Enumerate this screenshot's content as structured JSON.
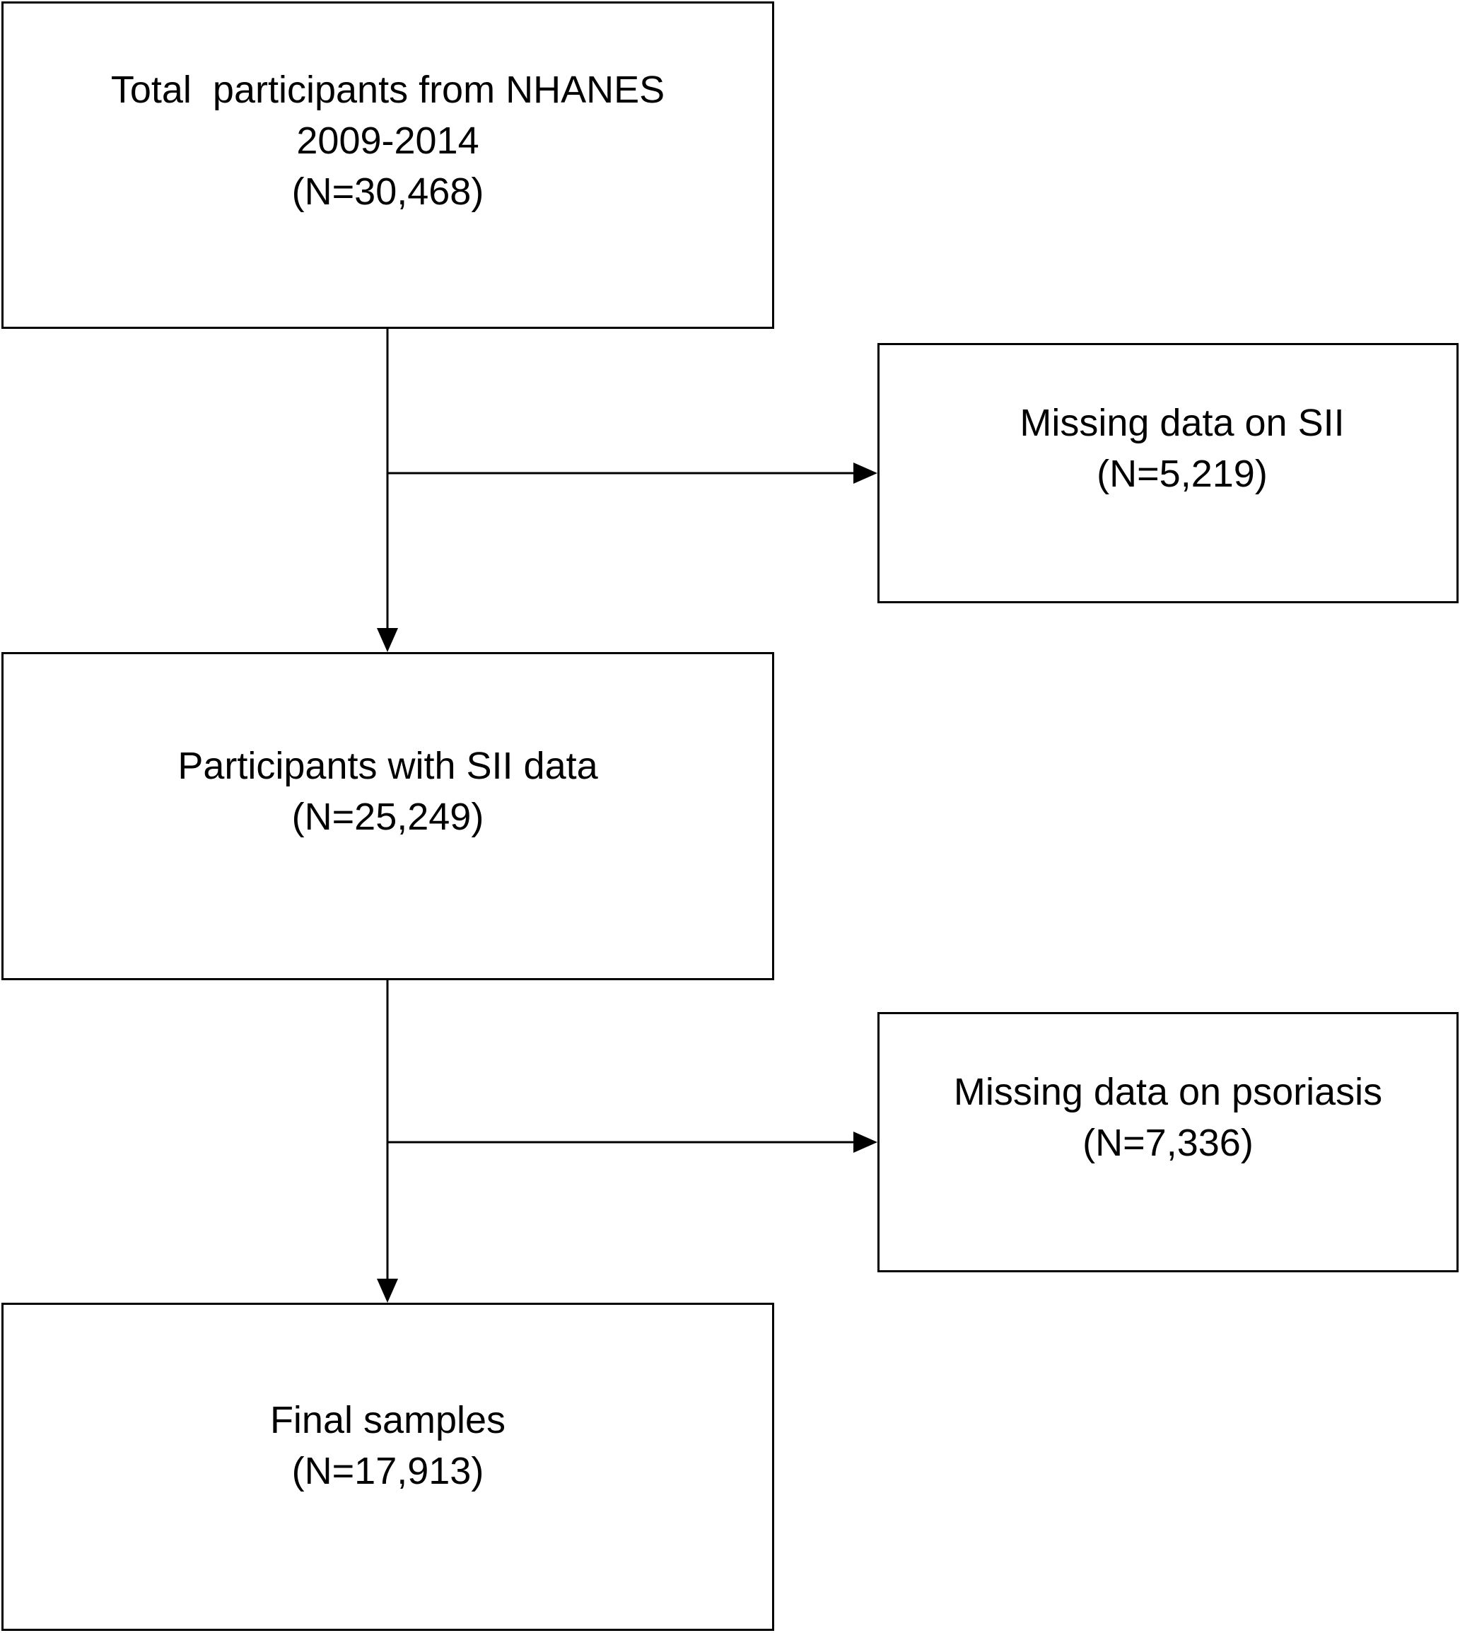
{
  "boxes": {
    "total": {
      "lines": [
        "Total  participants from NHANES",
        "2009-2014",
        "(N=30,468)"
      ]
    },
    "missing_sii": {
      "lines": [
        "Missing data on SII",
        "(N=5,219)"
      ]
    },
    "with_sii": {
      "lines": [
        "Participants with SII data",
        "(N=25,249)"
      ]
    },
    "missing_psoriasis": {
      "lines": [
        "Missing data on psoriasis",
        "(N=7,336)"
      ]
    },
    "final": {
      "lines": [
        "Final samples",
        "(N=17,913)"
      ]
    }
  },
  "colors": {
    "stroke": "#000000",
    "background": "#ffffff"
  }
}
